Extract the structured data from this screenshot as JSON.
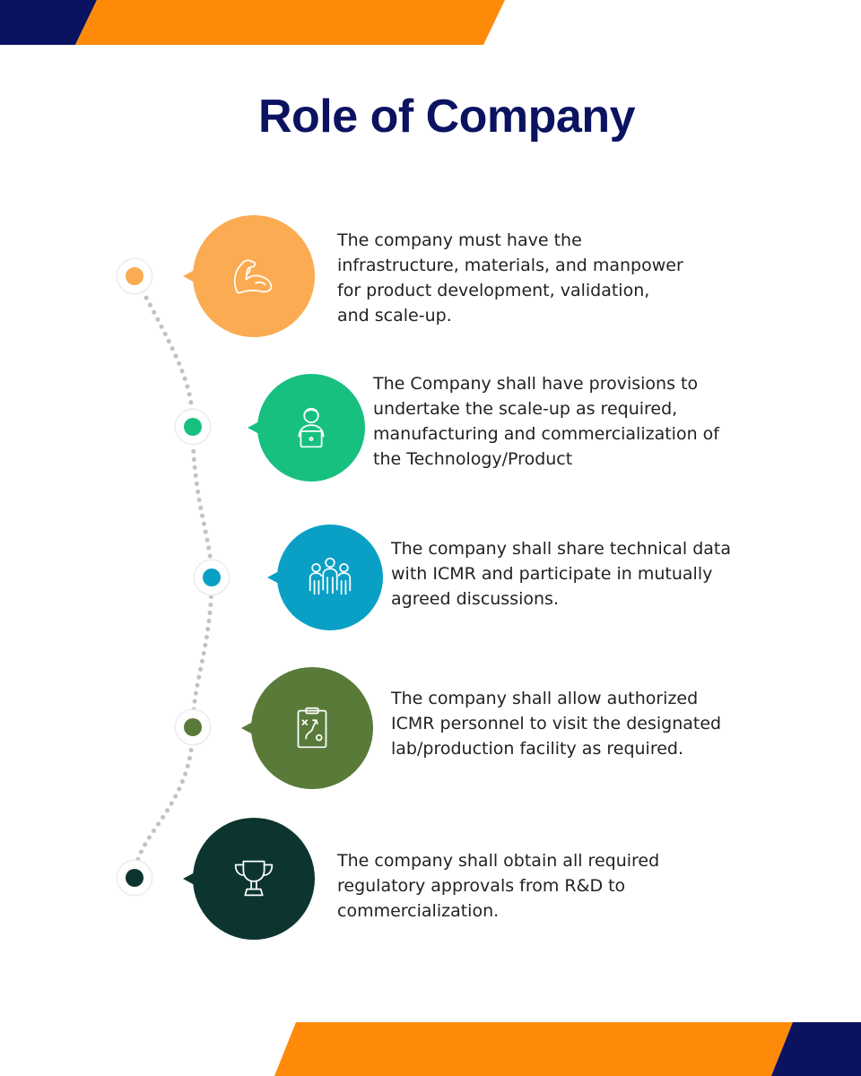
{
  "title": "Role of Company",
  "colors": {
    "navy": "#0b1361",
    "orange": "#ff8a0a",
    "dots": "#c2c2c2"
  },
  "items": [
    {
      "text": "The company must have the\ninfrastructure, materials, and manpower\nfor product development, validation,\nand scale-up.",
      "color": "#fbab52",
      "icon": "flexed-arm-icon"
    },
    {
      "text": "The Company shall have provisions to\nundertake the scale-up as required,\nmanufacturing and commercialization of\nthe Technology/Product",
      "color": "#18c080",
      "icon": "person-laptop-icon"
    },
    {
      "text": "The company shall share technical data\nwith ICMR and participate in mutually\nagreed discussions.",
      "color": "#0aa0c5",
      "icon": "team-icon"
    },
    {
      "text": "The company shall allow authorized\nICMR personnel to visit the designated\nlab/production facility as required.",
      "color": "#5a7a3a",
      "icon": "strategy-clipboard-icon"
    },
    {
      "text": "The company shall obtain all required\nregulatory approvals from R&D to\ncommercialization.",
      "color": "#0d3530",
      "icon": "trophy-icon"
    }
  ]
}
